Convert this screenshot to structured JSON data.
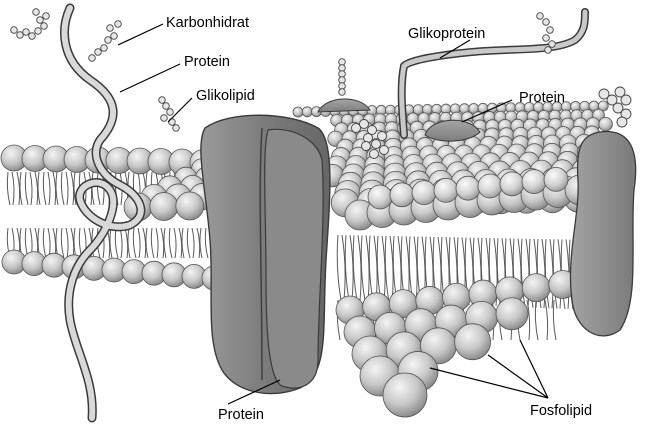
{
  "labels": {
    "carbohydrate": "Karbonhidrat",
    "protein_top_left": "Protein",
    "glycolipid": "Glikolipid",
    "glycoprotein": "Glikoprotein",
    "protein_top_right": "Protein",
    "protein_bottom": "Protein",
    "phospholipid": "Fosfolipid"
  },
  "colors": {
    "background": "#ffffff",
    "head_light": "#f2f2f2",
    "head_mid": "#cfcfcf",
    "head_dark": "#8a8a8a",
    "protein_fill": "#8c8c8c",
    "protein_light": "#b9b9b9",
    "protein_edge": "#3a3a3a",
    "tail": "#5a5a5a",
    "label": "#000000"
  }
}
